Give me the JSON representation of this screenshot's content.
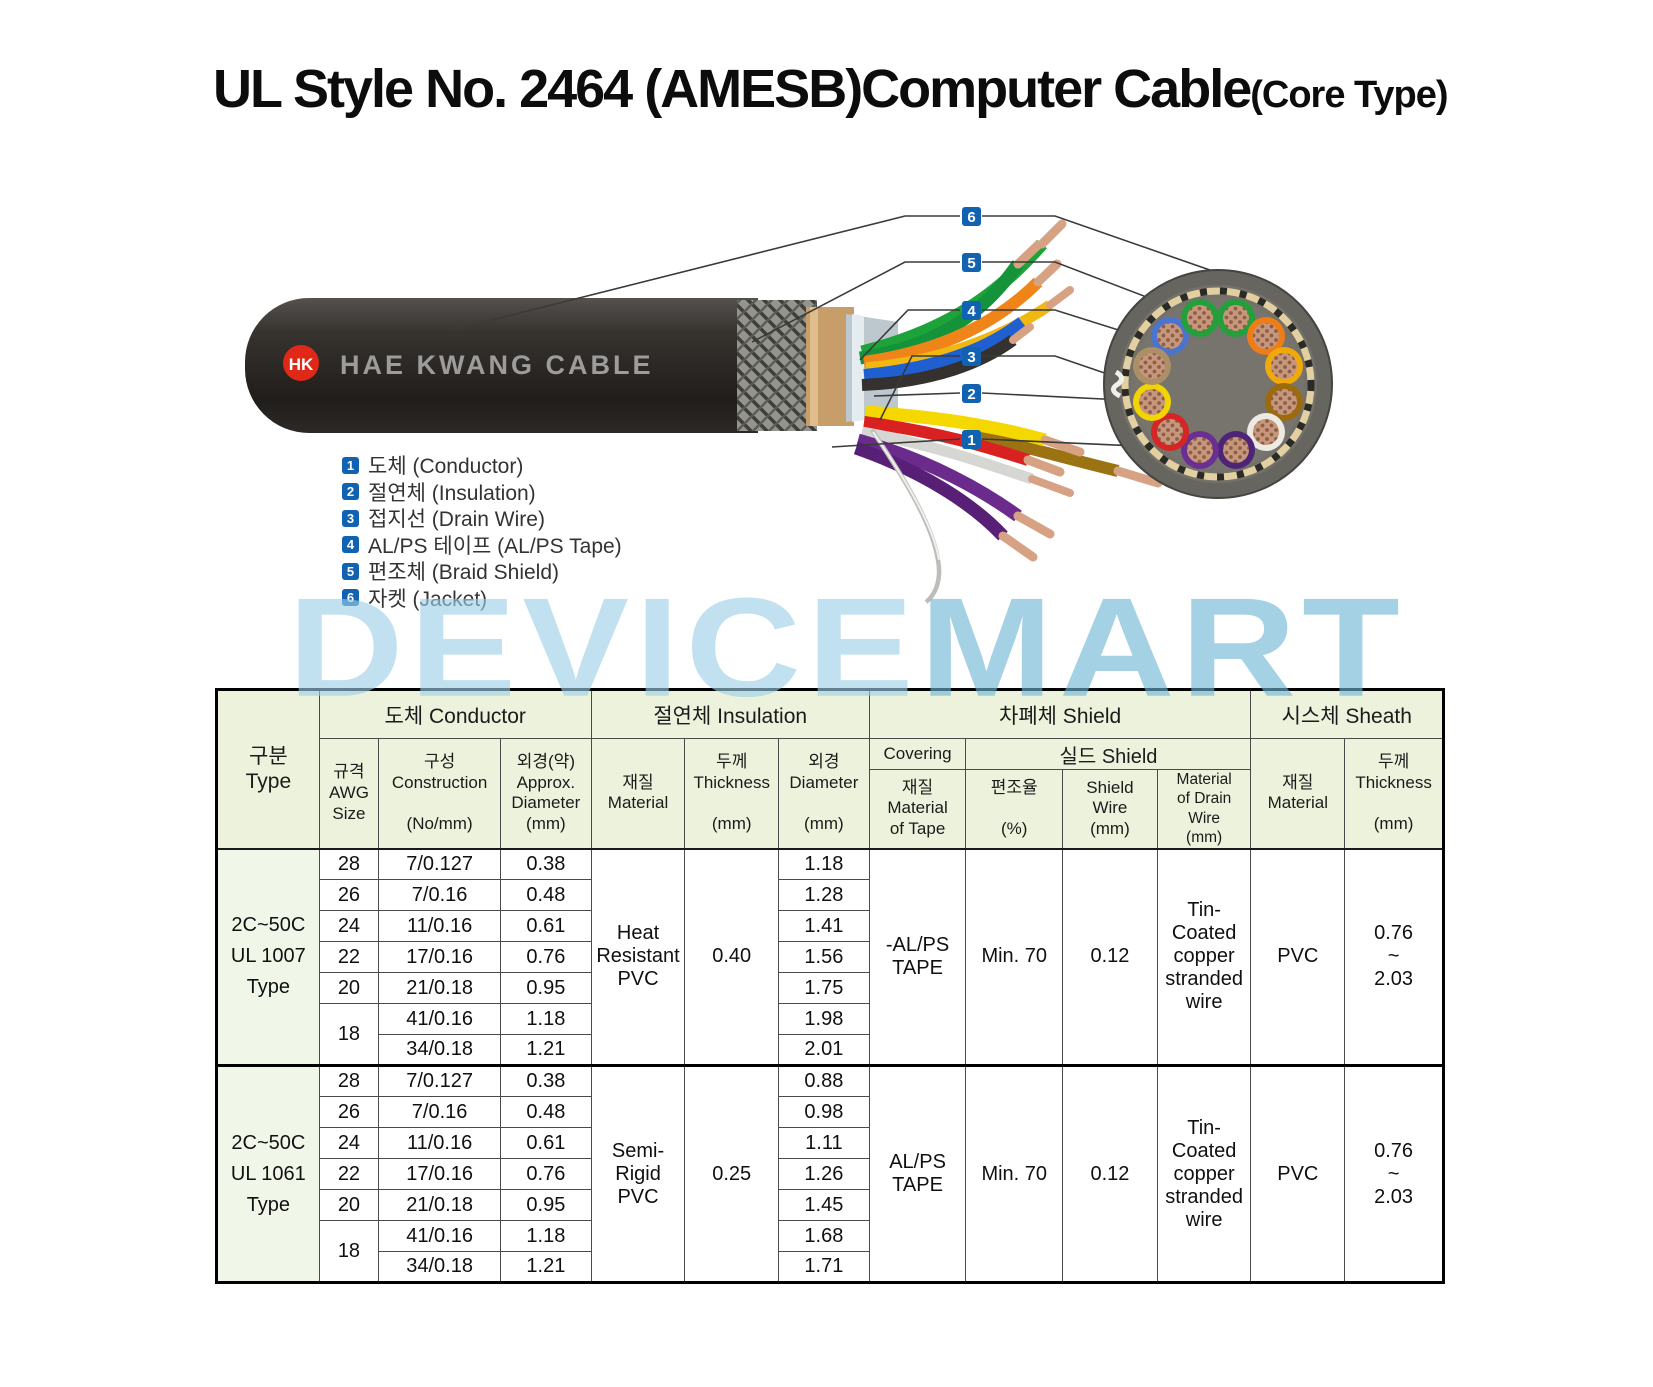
{
  "title": {
    "main": "UL Style No. 2464 (AMESB)Computer Cable",
    "sub": "(Core Type)"
  },
  "brand": {
    "cable_label": "HAE KWANG CABLE",
    "logo_text": "HK",
    "logo_color": "#e02818"
  },
  "watermark": {
    "part1": "DEVICE",
    "part2": "MART",
    "color1": "#9ccfe7",
    "color2": "#6fb5d6"
  },
  "diagram": {
    "legend": [
      {
        "num": "1",
        "label": "도체 (Conductor)"
      },
      {
        "num": "2",
        "label": "절연체 (Insulation)"
      },
      {
        "num": "3",
        "label": "접지선 (Drain Wire)"
      },
      {
        "num": "4",
        "label": "AL/PS 테이프 (AL/PS Tape)"
      },
      {
        "num": "5",
        "label": "편조체 (Braid Shield)"
      },
      {
        "num": "6",
        "label": "자켓 (Jacket)"
      }
    ],
    "callout_color": "#1163b2",
    "core_colors": [
      "#4a74ce",
      "#23a03a",
      "#23a03a",
      "#ef7d17",
      "#efa90c",
      "#9c6b10",
      "#eceae2",
      "#4f2478",
      "#6a2f92",
      "#d62525",
      "#f2d400",
      "#ab8f68"
    ]
  },
  "table": {
    "headers": {
      "type": "구분\nType",
      "conductor": "도체 Conductor",
      "insulation": "절연체 Insulation",
      "shield": "차폐체 Shield",
      "sheath": "시스체 Sheath",
      "awg": "규격\nAWG\nSize",
      "construction": "구성\nConstruction\n\n(No/mm)",
      "approx_diameter": "외경(약)\nApprox.\nDiameter\n(mm)",
      "ins_material": "재질\nMaterial",
      "ins_thickness": "두께\nThickness\n\n(mm)",
      "ins_diameter": "외경\nDiameter\n\n(mm)",
      "covering": "Covering",
      "shield_sub": "실드 Shield",
      "tape_material": "재질\nMaterial\nof Tape",
      "braid_ratio": "편조율\n\n(%)",
      "shield_wire": "Shield\nWire\n(mm)",
      "drain_material": "Material\nof Drain Wire\n(mm)",
      "sheath_material": "재질\nMaterial",
      "sheath_thickness": "두께\nThickness\n\n(mm)"
    },
    "sections": [
      {
        "type": "2C~50C\nUL 1007\nType",
        "ins_material": "Heat\nResistant\nPVC",
        "ins_thickness": "0.40",
        "covering": "-AL/PS\nTAPE",
        "braid_ratio": "Min. 70",
        "shield_wire": "0.12",
        "drain_material": "Tin-\nCoated\ncopper\nstranded\nwire",
        "sheath_material": "PVC",
        "sheath_thickness": "0.76\n~\n2.03",
        "rows": [
          {
            "awg": "28",
            "cons": "7/0.127",
            "dia": "0.38",
            "out": "1.18"
          },
          {
            "awg": "26",
            "cons": "7/0.16",
            "dia": "0.48",
            "out": "1.28"
          },
          {
            "awg": "24",
            "cons": "11/0.16",
            "dia": "0.61",
            "out": "1.41"
          },
          {
            "awg": "22",
            "cons": "17/0.16",
            "dia": "0.76",
            "out": "1.56"
          },
          {
            "awg": "20",
            "cons": "21/0.18",
            "dia": "0.95",
            "out": "1.75"
          },
          {
            "awg": "18",
            "cons": "41/0.16",
            "dia": "1.18",
            "out": "1.98"
          },
          {
            "cons": "34/0.18",
            "dia": "1.21",
            "out": "2.01"
          }
        ]
      },
      {
        "type": "2C~50C\nUL 1061\nType",
        "ins_material": "Semi-\nRigid\nPVC",
        "ins_thickness": "0.25",
        "covering": "AL/PS\nTAPE",
        "braid_ratio": "Min. 70",
        "shield_wire": "0.12",
        "drain_material": "Tin-\nCoated\ncopper\nstranded\nwire",
        "sheath_material": "PVC",
        "sheath_thickness": "0.76\n~\n2.03",
        "rows": [
          {
            "awg": "28",
            "cons": "7/0.127",
            "dia": "0.38",
            "out": "0.88"
          },
          {
            "awg": "26",
            "cons": "7/0.16",
            "dia": "0.48",
            "out": "0.98"
          },
          {
            "awg": "24",
            "cons": "11/0.16",
            "dia": "0.61",
            "out": "1.11"
          },
          {
            "awg": "22",
            "cons": "17/0.16",
            "dia": "0.76",
            "out": "1.26"
          },
          {
            "awg": "20",
            "cons": "21/0.18",
            "dia": "0.95",
            "out": "1.45"
          },
          {
            "awg": "18",
            "cons": "41/0.16",
            "dia": "1.18",
            "out": "1.68"
          },
          {
            "cons": "34/0.18",
            "dia": "1.21",
            "out": "1.71"
          }
        ]
      }
    ]
  }
}
